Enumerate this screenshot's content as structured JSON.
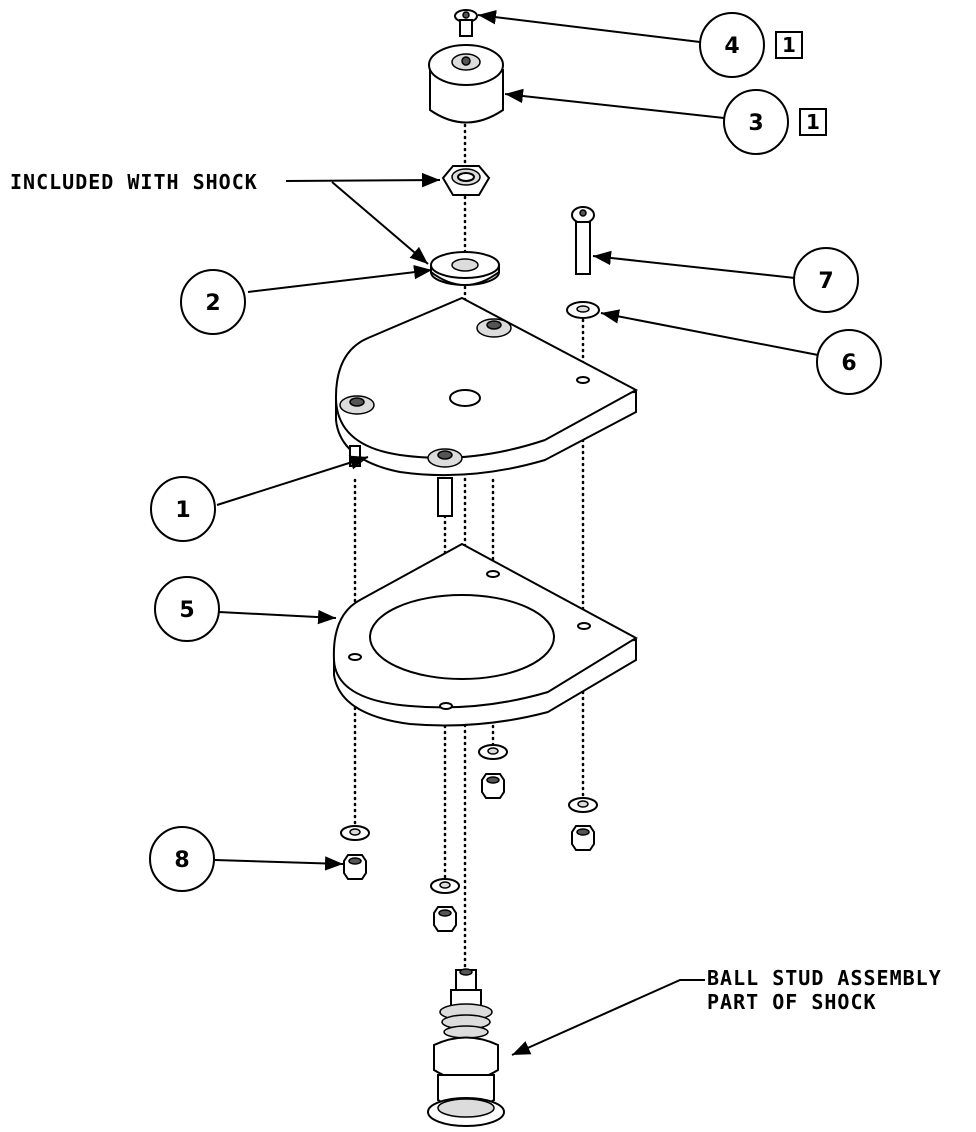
{
  "callouts": {
    "c1": "1",
    "c2": "2",
    "c3": "3",
    "c4": "4",
    "c5": "5",
    "c6": "6",
    "c7": "7",
    "c8": "8"
  },
  "boxed_notes": {
    "b3": "1",
    "b4": "1"
  },
  "notes": {
    "included_with_shock": "INCLUDED WITH SHOCK",
    "ball_stud_line1": "BALL STUD ASSEMBLY",
    "ball_stud_line2": "PART OF SHOCK"
  }
}
